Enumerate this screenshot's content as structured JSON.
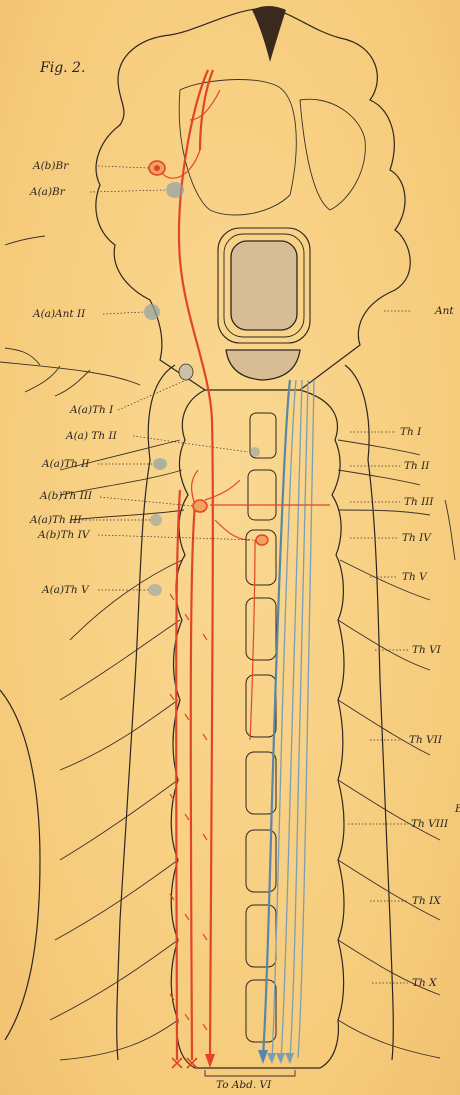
{
  "figure": {
    "title": "Fig. 2."
  },
  "labels_left": [
    {
      "key": "a_b_br",
      "text": "A(b)Br"
    },
    {
      "key": "a_a_br",
      "text": "A(a)Br"
    },
    {
      "key": "a_a_ant2",
      "text": "A(a)Ant II"
    },
    {
      "key": "a_a_th1",
      "text": "A(a)Th I"
    },
    {
      "key": "a_a_th2_upper",
      "text": "A(a) Th II"
    },
    {
      "key": "a_a_th2",
      "text": "A(a)Th II"
    },
    {
      "key": "a_b_th3",
      "text": "A(b)Th III"
    },
    {
      "key": "a_a_th3",
      "text": "A(a)Th III"
    },
    {
      "key": "a_b_th4",
      "text": "A(b)Th IV"
    },
    {
      "key": "a_a_th5",
      "text": "A(a)Th V"
    }
  ],
  "labels_right": [
    {
      "key": "ant",
      "text": "Ant"
    },
    {
      "key": "th1",
      "text": "Th I"
    },
    {
      "key": "th2",
      "text": "Th II"
    },
    {
      "key": "th3",
      "text": "Th III"
    },
    {
      "key": "th4",
      "text": "Th IV"
    },
    {
      "key": "th5",
      "text": "Th V"
    },
    {
      "key": "th6",
      "text": "Th VI"
    },
    {
      "key": "th7",
      "text": "Th VII"
    },
    {
      "key": "th8",
      "text": "Th VIII"
    },
    {
      "key": "th9",
      "text": "Th IX"
    },
    {
      "key": "th10",
      "text": "Th X"
    }
  ],
  "edge_letter": "E",
  "bottom_label": "To Abd. VI",
  "colors": {
    "paper": "#f7cf82",
    "ink": "#2e2620",
    "nerve_red": "#e0452a",
    "nerve_blue": "#5a86a8",
    "brain_fill": "#d8bf98"
  }
}
